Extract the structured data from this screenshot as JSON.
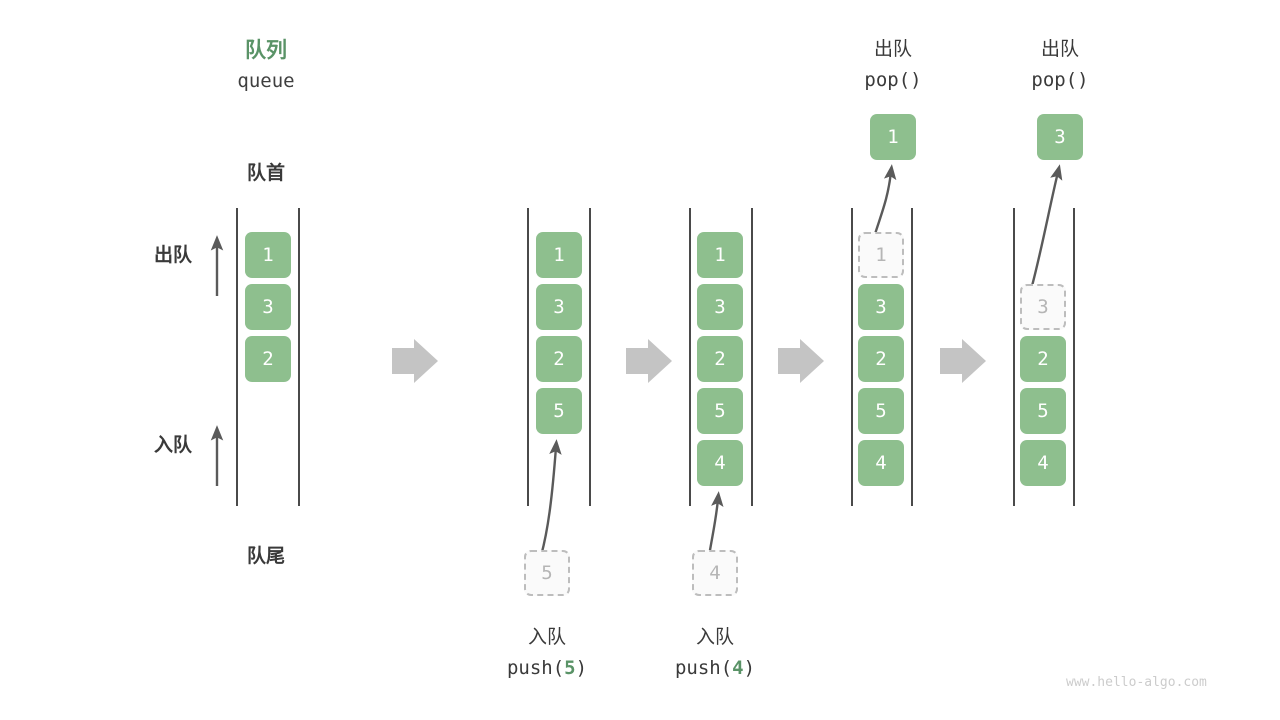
{
  "header": {
    "title_cn": "队列",
    "title_code": "queue",
    "front_label": "队首",
    "rear_label": "队尾"
  },
  "side_arrows": {
    "pop_label": "出队",
    "push_label": "入队"
  },
  "colors": {
    "accent_green": "#8ebf8e",
    "title_green": "#5a9367",
    "rail": "#4a4a4a",
    "ghost_border": "#bdbdbd",
    "ghost_text": "#b5b5b5",
    "step_arrow": "#c4c4c4",
    "motion_arrow": "#5a5a5a",
    "text": "#3a3a3a"
  },
  "stages": [
    {
      "name": "initial",
      "cells": [
        "1",
        "3",
        "2"
      ],
      "ghost_slot": null,
      "ghost_value": null
    },
    {
      "name": "after-push-5",
      "cells": [
        "1",
        "3",
        "2",
        "5"
      ],
      "ghost_slot": null,
      "ghost_value": null
    },
    {
      "name": "after-push-4",
      "cells": [
        "1",
        "3",
        "2",
        "5",
        "4"
      ],
      "ghost_slot": null,
      "ghost_value": null
    },
    {
      "name": "pop-1",
      "cells": [
        "3",
        "2",
        "5",
        "4"
      ],
      "ghost_slot": 0,
      "ghost_value": "1"
    },
    {
      "name": "pop-3",
      "cells": [
        "2",
        "5",
        "4"
      ],
      "ghost_slot": 1,
      "ghost_value": "3"
    }
  ],
  "operations": {
    "push_5": {
      "cn": "入队",
      "code_prefix": "push(",
      "code_value": "5",
      "code_suffix": ")",
      "incoming_value": "5"
    },
    "push_4": {
      "cn": "入队",
      "code_prefix": "push(",
      "code_value": "4",
      "code_suffix": ")",
      "incoming_value": "4"
    },
    "pop_1": {
      "cn": "出队",
      "code": "pop()",
      "popped_value": "1"
    },
    "pop_2": {
      "cn": "出队",
      "code": "pop()",
      "popped_value": "3"
    }
  },
  "watermark": "www.hello-algo.com"
}
